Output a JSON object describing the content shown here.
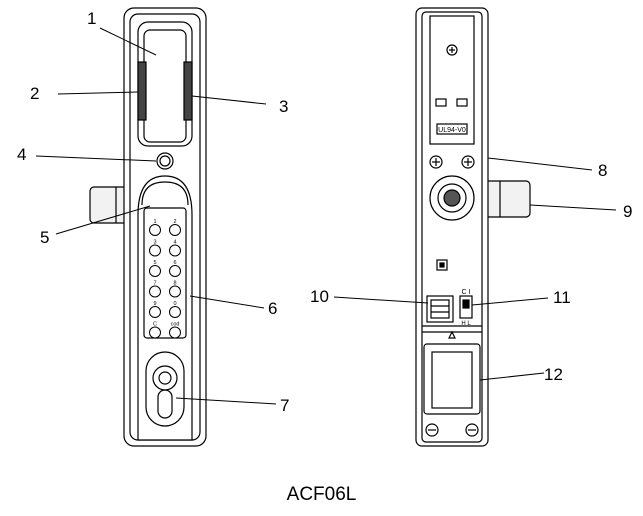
{
  "diagram": {
    "caption": "ACF06L",
    "callouts": [
      "1",
      "2",
      "3",
      "4",
      "5",
      "6",
      "7",
      "8",
      "9",
      "10",
      "11",
      "12"
    ],
    "keypad_keys": [
      "1",
      "2",
      "3",
      "4",
      "5",
      "6",
      "7",
      "8",
      "9",
      "0",
      "C",
      "cod"
    ],
    "label_ul": "UL94-V0",
    "label_switch": "C I",
    "label_switch_bottom": "H L"
  },
  "colors": {
    "line": "#000000",
    "background": "#ffffff",
    "shade": "#d9d9d9"
  }
}
